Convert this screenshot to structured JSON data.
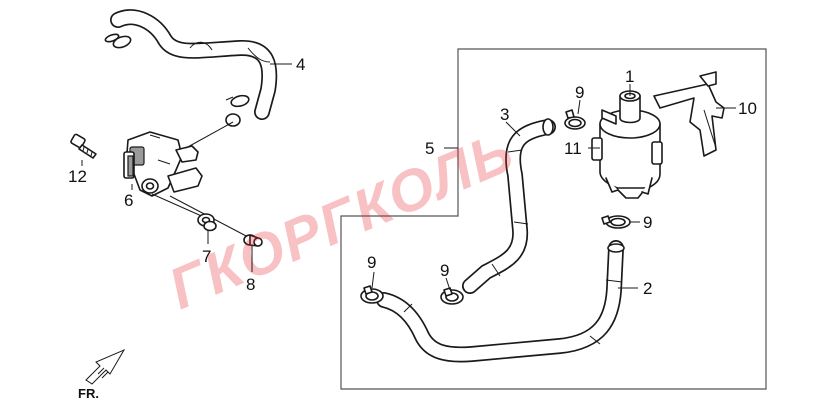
{
  "diagram": {
    "watermark": "ГКОРГКОЛЬ",
    "direction_label": "FR.",
    "callouts": [
      {
        "id": "c1",
        "label": "1"
      },
      {
        "id": "c2",
        "label": "2"
      },
      {
        "id": "c3",
        "label": "3"
      },
      {
        "id": "c4",
        "label": "4"
      },
      {
        "id": "c5",
        "label": "5"
      },
      {
        "id": "c6",
        "label": "6"
      },
      {
        "id": "c7",
        "label": "7"
      },
      {
        "id": "c8",
        "label": "8"
      },
      {
        "id": "c9a",
        "label": "9"
      },
      {
        "id": "c9b",
        "label": "9"
      },
      {
        "id": "c9c",
        "label": "9"
      },
      {
        "id": "c9d",
        "label": "9"
      },
      {
        "id": "c10",
        "label": "10"
      },
      {
        "id": "c11",
        "label": "11"
      },
      {
        "id": "c12",
        "label": "12"
      }
    ],
    "colors": {
      "line": "#1a1a1a",
      "watermark": "#e8252b",
      "frame": "#555555"
    }
  }
}
